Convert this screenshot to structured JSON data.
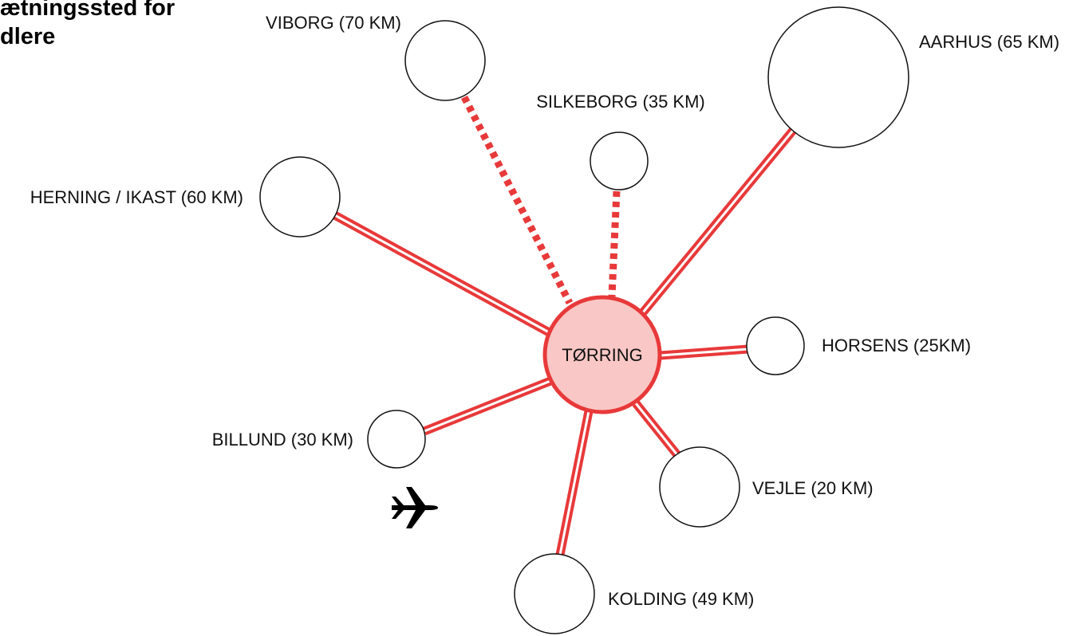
{
  "heading": {
    "line1": "ætningssted for",
    "line2": "dlere"
  },
  "center": {
    "label": "TØRRING"
  },
  "colors": {
    "line_red": "#e8393a",
    "center_fill": "#f9c7c5",
    "node_stroke": "#111111",
    "node_fill": "#ffffff"
  },
  "nodes": [
    {
      "id": "viborg",
      "label": "VIBORG (70 KM)",
      "connection": "dotted"
    },
    {
      "id": "silkeborg",
      "label": "SILKEBORG (35 KM)",
      "connection": "dotted"
    },
    {
      "id": "aarhus",
      "label": "AARHUS (65 KM)",
      "connection": "double"
    },
    {
      "id": "herning",
      "label": "HERNING / IKAST (60 KM)",
      "connection": "double"
    },
    {
      "id": "horsens",
      "label": "HORSENS (25KM)",
      "connection": "double"
    },
    {
      "id": "billund",
      "label": "BILLUND (30 KM)",
      "connection": "double"
    },
    {
      "id": "vejle",
      "label": "VEJLE (20 KM)",
      "connection": "double"
    },
    {
      "id": "kolding",
      "label": "KOLDING (49 KM)",
      "connection": "double"
    }
  ],
  "icons": {
    "airport": "airplane-icon"
  }
}
